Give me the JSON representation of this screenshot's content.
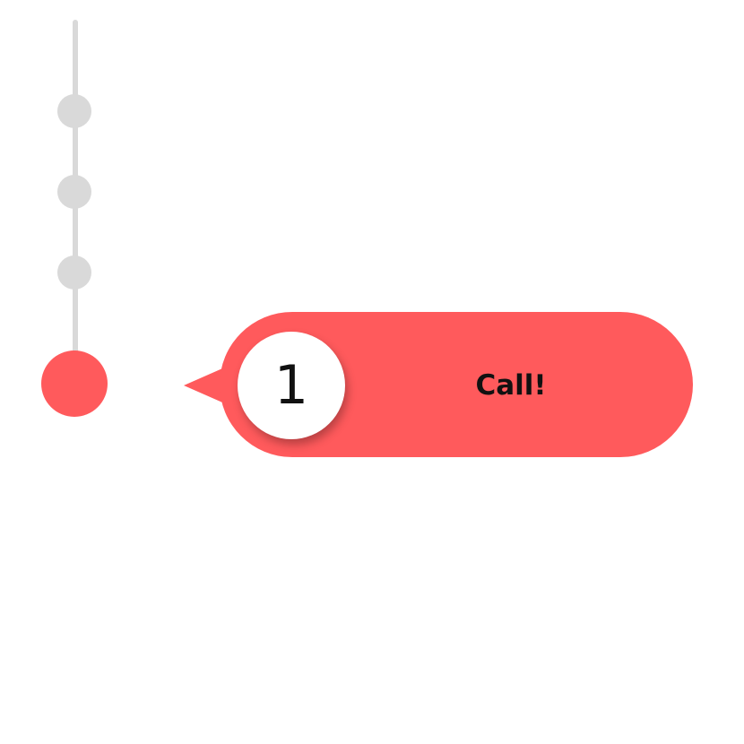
{
  "colors": {
    "accent": "#FF5A5C",
    "inactive": "#D9D9D9"
  },
  "step": {
    "number": "1",
    "label": "Call!"
  },
  "icons": {
    "active_step": "filled-circle",
    "inactive_step": "filled-circle"
  }
}
